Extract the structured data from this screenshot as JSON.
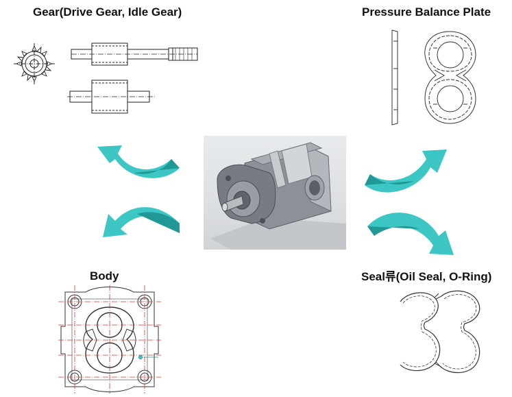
{
  "labels": {
    "gear": "Gear(Drive Gear, Idle Gear)",
    "plate": "Pressure Balance Plate",
    "body": "Body",
    "seal": "Seal류(Oil Seal, O-Ring)"
  },
  "colors": {
    "arrow_light": "#3cc7c4",
    "arrow_dark": "#1f9896",
    "drawing_line": "#222222",
    "centerline_red": "#e03030"
  },
  "icons": [
    "gear-drawing",
    "pressure-plate-drawing",
    "body-drawing",
    "seal-drawing",
    "pump-3d-image",
    "curved-arrow-icon"
  ]
}
